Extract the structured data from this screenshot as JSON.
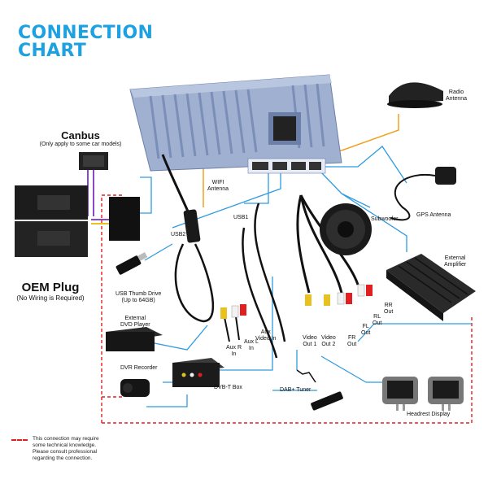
{
  "title": {
    "line1": "CONNECTION",
    "line2": "CHART"
  },
  "colors": {
    "title": "#1ea1e0",
    "wire_blue": "#2e9be0",
    "wire_orange": "#f0a020",
    "wire_dashed": "#e02020",
    "wire_purple": "#8a48c8",
    "head_unit": "#9fb0d0"
  },
  "labels": {
    "canbus_title": "Canbus",
    "canbus_note": "(Only apply to some car models)",
    "oem_title": "OEM Plug",
    "oem_note": "(No Wiring is Required)",
    "radio_antenna_1": "Radio",
    "radio_antenna_2": "Antenna",
    "wifi_antenna_1": "WIFI",
    "wifi_antenna_2": "Antenna",
    "gps_antenna": "GPS Antenna",
    "subwoofer": "Subwoofer",
    "external_amplifier_1": "External",
    "external_amplifier_2": "Amplifier",
    "usb2": "USB2",
    "usb1": "USB1",
    "usb_drive_1": "USB Thumb Drive",
    "usb_drive_2": "(Up to 64GB)",
    "dvd_player_1": "External",
    "dvd_player_2": "DVD Player",
    "dvr_recorder": "DVR Recorder",
    "dvbt_box": "DVB-T Box",
    "dab_tuner": "DAB+ Tuner",
    "aux_video_1": "Aux",
    "aux_video_2": "Video In",
    "aux_r_1": "Aux R",
    "aux_r_2": "In",
    "aux_l_1": "Aux L",
    "aux_l_2": "In",
    "video_out1_1": "Video",
    "video_out1_2": "Out 1",
    "video_out2_1": "Video",
    "video_out2_2": "Out 2",
    "fr_out_1": "FR",
    "fr_out_2": "Out",
    "fl_out_1": "FL",
    "fl_out_2": "Out",
    "rl_out_1": "RL",
    "rl_out_2": "Out",
    "rr_out_1": "RR",
    "rr_out_2": "Out",
    "headrest_display": "Headrest Display"
  },
  "legend": {
    "text": "This connection may require some technical knowledge. Please consult professional regarding the connection."
  }
}
